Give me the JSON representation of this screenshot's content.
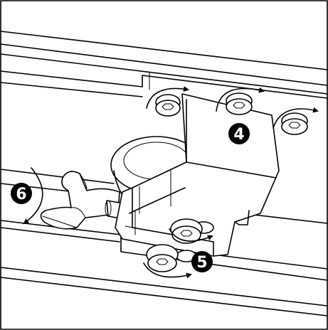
{
  "steps": [
    {
      "number": "4",
      "action": "rotate"
    },
    {
      "number": "5",
      "action": "rotate"
    },
    {
      "number": "6",
      "action": "rotate"
    }
  ],
  "colors": {
    "line": "#000000",
    "background": "#ffffff",
    "badge_fill": "#000000",
    "badge_text": "#ffffff"
  },
  "icons": [
    "hex-socket-screw-icon",
    "rotate-arrow-icon",
    "wing-knob-icon"
  ]
}
